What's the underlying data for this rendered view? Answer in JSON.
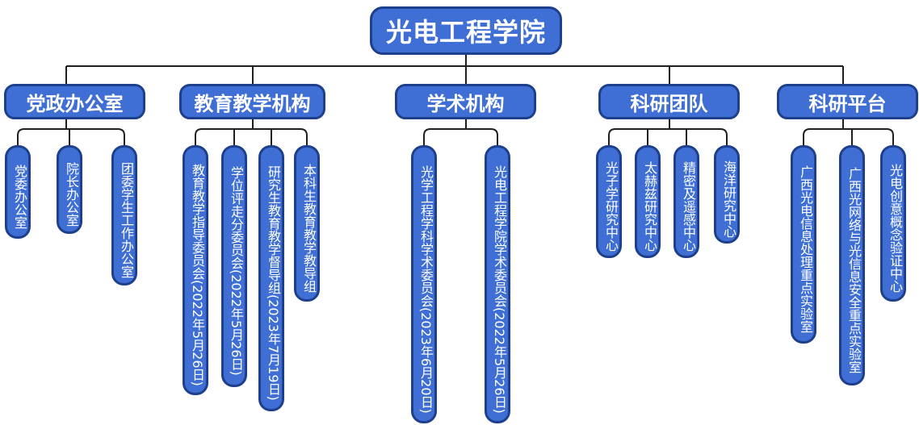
{
  "root": {
    "title": "光电工程学院"
  },
  "categories": [
    {
      "label": "党政办公室",
      "children": [
        {
          "text": "党委办公室"
        },
        {
          "text": "院长办公室"
        },
        {
          "text": "团委学生工作办公室"
        }
      ]
    },
    {
      "label": "教育教学机构",
      "children": [
        {
          "text": "教育教学指导委员会",
          "note": "(2022年5月26日)"
        },
        {
          "text": "学位评走分委员会",
          "note": "(2022年5月26日)"
        },
        {
          "text": "研究生教育教学督导组",
          "note": "(2023年7月19日)"
        },
        {
          "text": "本科生教育教学教导组"
        }
      ]
    },
    {
      "label": "学术机构",
      "children": [
        {
          "text": "光学工程学科学术委员会",
          "note": "(2023年6月20日)"
        },
        {
          "text": "光电工程学院学术委员会",
          "note": "(2022年5月26日)"
        }
      ]
    },
    {
      "label": "科研团队",
      "children": [
        {
          "text": "光子学研究中心"
        },
        {
          "text": "太赫兹研究中心"
        },
        {
          "text": "精密及遥感中心"
        },
        {
          "text": "海洋研究中心"
        }
      ]
    },
    {
      "label": "科研平台",
      "children": [
        {
          "text": "广西光电信息处理重点实验室"
        },
        {
          "text": "广西光网络与光信息安全重点实验室"
        },
        {
          "text": "光电创意概念验证中心"
        }
      ]
    }
  ]
}
